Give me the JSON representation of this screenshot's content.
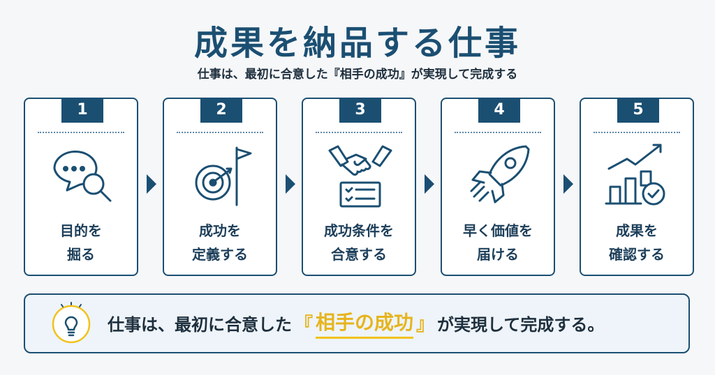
{
  "title": "成果を納品する仕事",
  "subtitle": "仕事は、最初に合意した『相手の成功』が実現して完成する",
  "steps": [
    {
      "number": "1",
      "line1": "目的を",
      "line2": "掘る",
      "icon": "chat-search-icon"
    },
    {
      "number": "2",
      "line1": "成功を",
      "line2": "定義する",
      "icon": "target-flag-icon"
    },
    {
      "number": "3",
      "line1": "成功条件を",
      "line2": "合意する",
      "icon": "handshake-checklist-icon"
    },
    {
      "number": "4",
      "line1": "早く価値を",
      "line2": "届ける",
      "icon": "rocket-icon"
    },
    {
      "number": "5",
      "line1": "成果を",
      "line2": "確認する",
      "icon": "growth-chart-check-icon"
    }
  ],
  "banner": {
    "icon": "lightbulb-icon",
    "before": "仕事は、最初に合意した",
    "open_bracket": "『",
    "highlight": "相手の成功",
    "close_bracket": "』",
    "after": "が実現して完成する。"
  },
  "colors": {
    "primary": "#1b4f72",
    "accent": "#f2c21c",
    "background": "#f6f7f9"
  }
}
